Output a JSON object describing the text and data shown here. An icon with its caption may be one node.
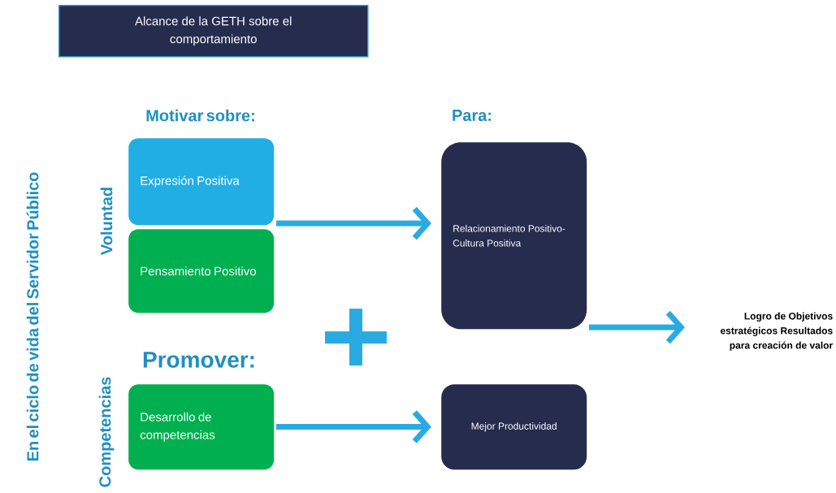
{
  "diagram": {
    "nodes": [
      {
        "text": [
          "Alcance de la GETH sobre el comportamiento"
        ]
      },
      {
        "text": [
          "Expresión Positiva"
        ]
      },
      {
        "text": [
          "Pensamiento Positivo"
        ]
      },
      {
        "text": [
          "Relacionamiento Positivo- Cultura Positiva"
        ]
      },
      {
        "text": [
          "Desarrollo de competencias"
        ]
      },
      {
        "text": [
          "Mejor Productividad"
        ]
      },
      {
        "text": [
          "Logro de Objetivos estratégicos Resultados para creación de valor"
        ]
      }
    ],
    "edges": [
      {
        "from": 1,
        "to": 3,
        "arrow": "to"
      },
      {
        "from": 4,
        "to": 5,
        "arrow": "to"
      },
      {
        "from": 3,
        "to": 6,
        "arrow": "to"
      }
    ],
    "labels": [
      "Motivar sobre:",
      "Para:",
      "Voluntad",
      "En el ciclo de vida del Servidor Público",
      "Promover:",
      "Competencias"
    ]
  }
}
